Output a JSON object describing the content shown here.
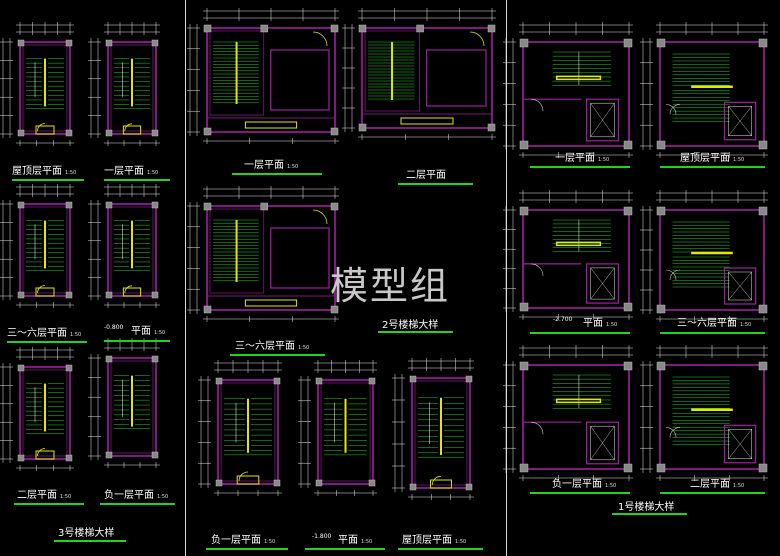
{
  "watermark": "模型组",
  "scale": "1:50",
  "sections": {
    "stair3": "3号楼梯大样",
    "stair2": "2号楼梯大样",
    "stair1": "1号楼梯大样"
  },
  "labels": {
    "s3_roof": "屋顶层平面",
    "s3_f1": "一层平面",
    "s3_f36": "三～六层平面",
    "s3_b800": "-0.800",
    "s3_b800_plane": "平面",
    "s3_f2": "二层平面",
    "s3_bm1": "负一层平面",
    "s2_f1": "一层平面",
    "s2_f2": "二层平面",
    "s2_f36": "三～六层平面",
    "s2_bm1": "负一层平面",
    "s2_b800": "-1.800",
    "s2_b800_plane": "平面",
    "s2_roof": "屋顶层平面",
    "s1_f1": "一层平面",
    "s1_roof": "屋顶层平面",
    "s1_b2700": "-2.700",
    "s1_b2700_plane": "平面",
    "s1_f36": "三～六层平面",
    "s1_bm1": "负一层平面",
    "s1_f2": "二层平面"
  },
  "colors": {
    "wall": "#a020a0",
    "dim": "#e8e8e8",
    "stair": "#1fd31f",
    "rail": "#e6e600",
    "green": "#1fd31f"
  }
}
